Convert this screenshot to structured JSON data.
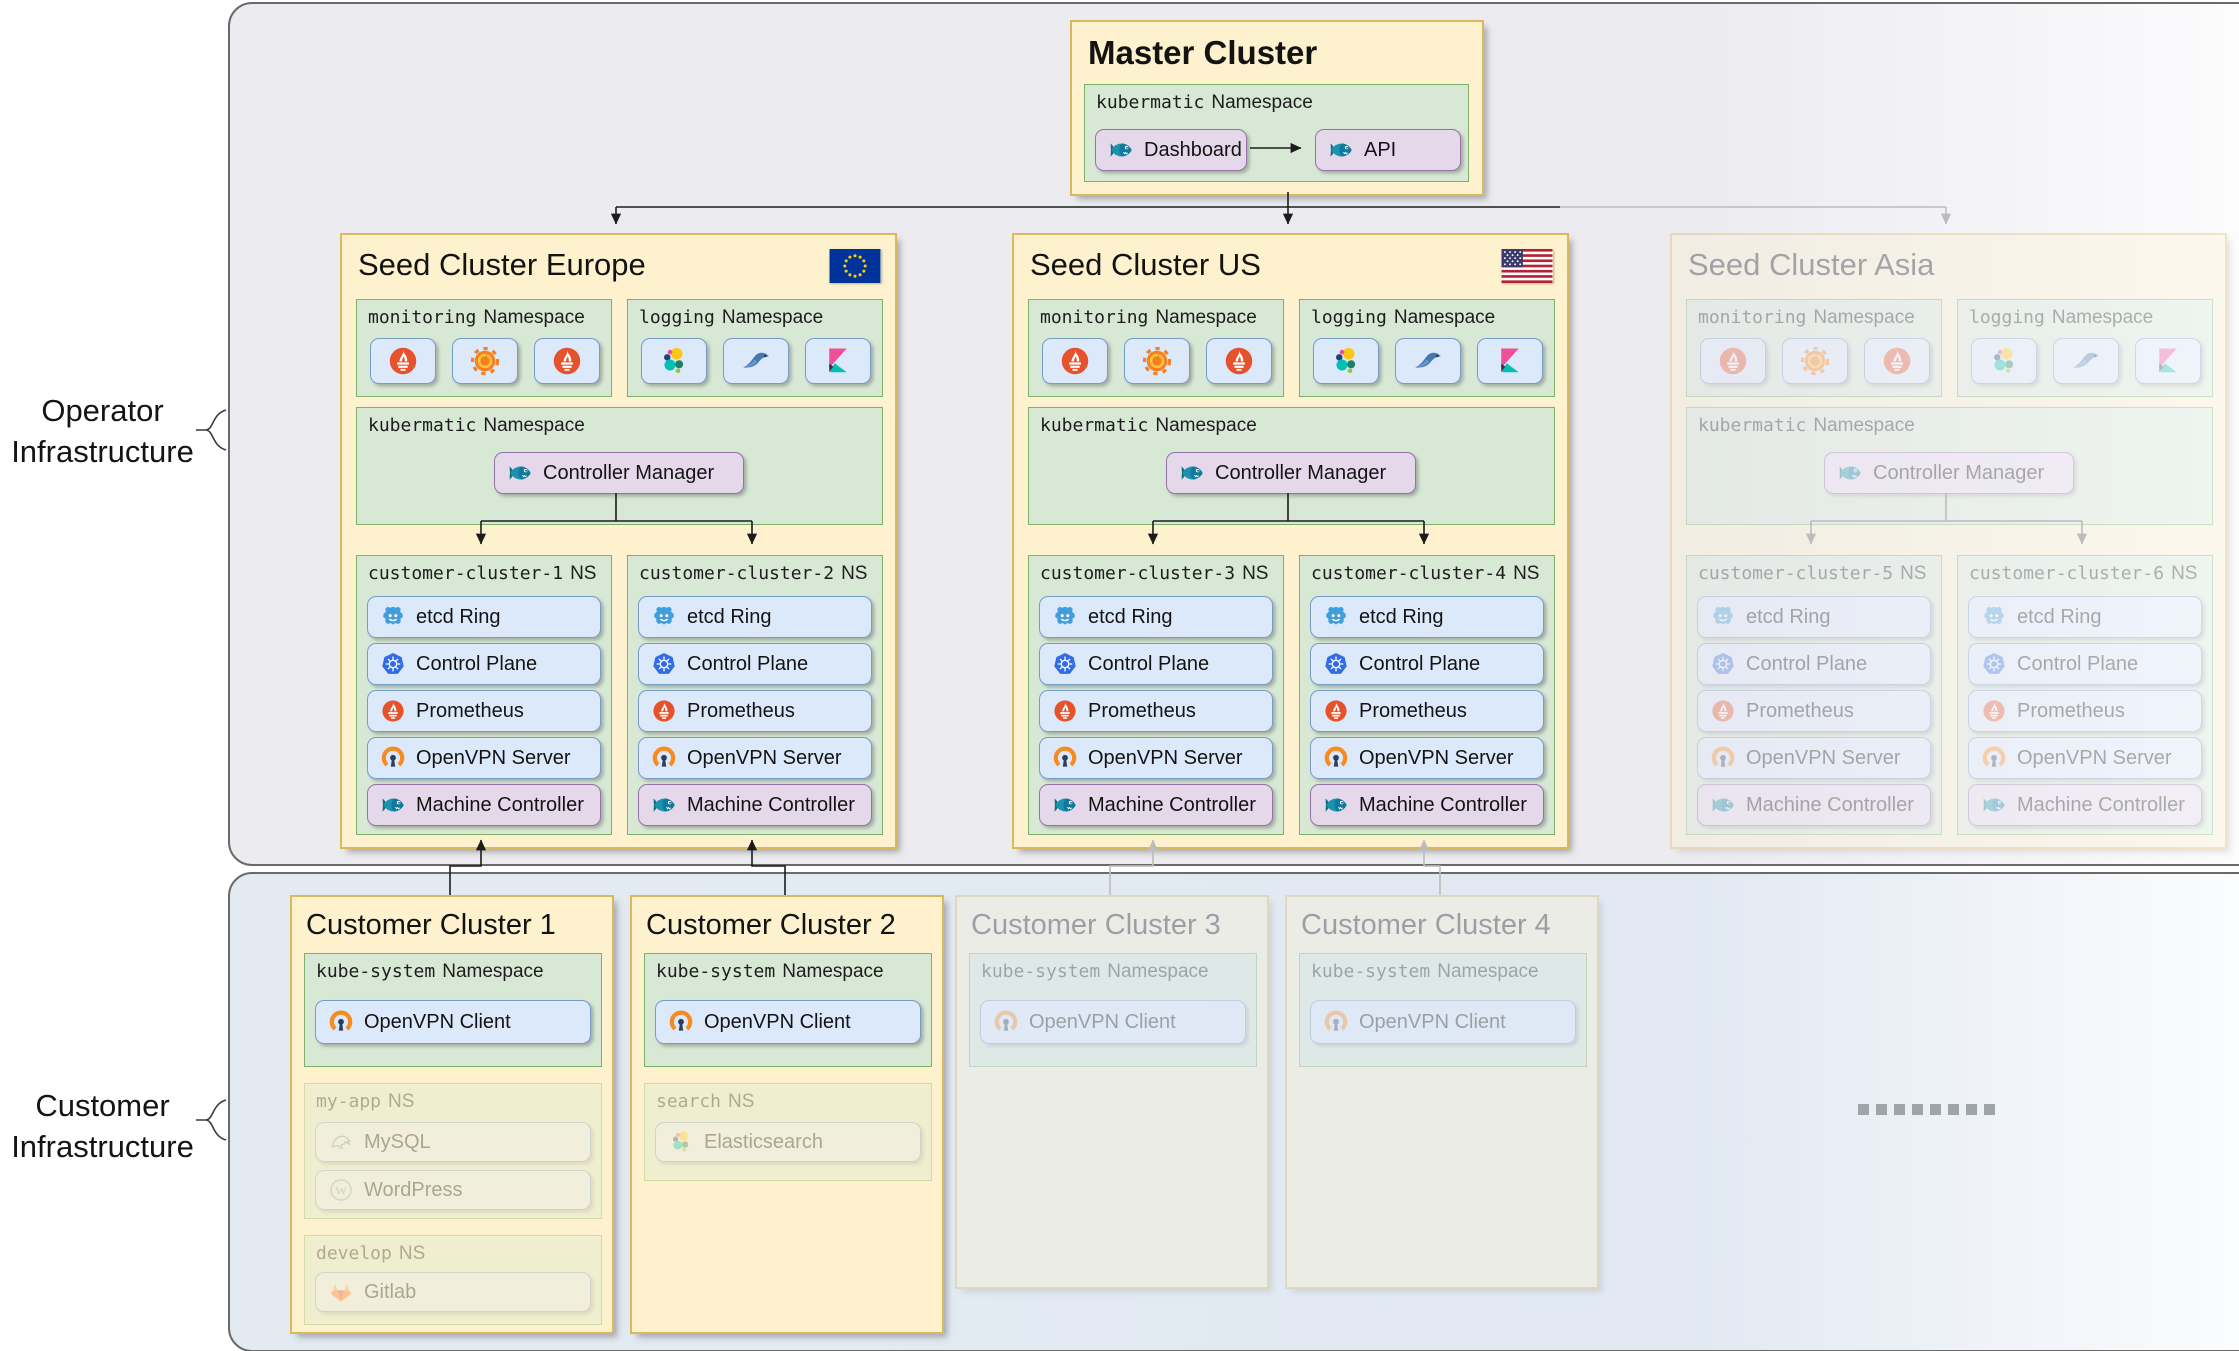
{
  "colors": {
    "cluster_fill": "#FFF2CC",
    "cluster_border": "#D6B656",
    "namespace_fill": "#D5E8D4",
    "namespace_border": "#82B366",
    "item_fill": "#DAE8FC",
    "item_border": "#6C8EBF",
    "purple_fill": "#E1D5E7",
    "purple_border": "#9673A6",
    "operator_panel": "#ECEBF0",
    "customer_panel": "#E2E9F2"
  },
  "side_labels": {
    "operator": {
      "line1": "Operator",
      "line2": "Infrastructure"
    },
    "customer": {
      "line1": "Customer",
      "line2": "Infrastructure"
    }
  },
  "master": {
    "title": "Master Cluster",
    "namespace": {
      "name": "kubermatic",
      "suffix": "Namespace"
    },
    "items": {
      "dashboard": {
        "label": "Dashboard",
        "icon": "kubermatic"
      },
      "api": {
        "label": "API",
        "icon": "kubermatic"
      }
    }
  },
  "seeds": [
    {
      "title": "Seed Cluster Europe",
      "flag": "eu-flag",
      "faded": false,
      "monitoring_ns": {
        "name": "monitoring",
        "suffix": "Namespace",
        "icons": [
          "prometheus",
          "grafana",
          "prometheus"
        ]
      },
      "logging_ns": {
        "name": "logging",
        "suffix": "Namespace",
        "icons": [
          "elasticsearch",
          "fluentd",
          "kibana"
        ]
      },
      "kubermatic_ns": {
        "name": "kubermatic",
        "suffix": "Namespace",
        "controller": {
          "label": "Controller Manager",
          "icon": "kubermatic"
        }
      },
      "customer_namespaces": [
        {
          "name": "customer-cluster-1",
          "suffix": "NS",
          "items": [
            {
              "label": "etcd Ring",
              "icon": "etcd"
            },
            {
              "label": "Control Plane",
              "icon": "kubernetes"
            },
            {
              "label": "Prometheus",
              "icon": "prometheus"
            },
            {
              "label": "OpenVPN Server",
              "icon": "openvpn"
            },
            {
              "label": "Machine Controller",
              "icon": "kubermatic",
              "variant": "purple"
            }
          ]
        },
        {
          "name": "customer-cluster-2",
          "suffix": "NS",
          "items": [
            {
              "label": "etcd Ring",
              "icon": "etcd"
            },
            {
              "label": "Control Plane",
              "icon": "kubernetes"
            },
            {
              "label": "Prometheus",
              "icon": "prometheus"
            },
            {
              "label": "OpenVPN Server",
              "icon": "openvpn"
            },
            {
              "label": "Machine Controller",
              "icon": "kubermatic",
              "variant": "purple"
            }
          ]
        }
      ]
    },
    {
      "title": "Seed Cluster US",
      "flag": "us-flag",
      "faded": false,
      "monitoring_ns": {
        "name": "monitoring",
        "suffix": "Namespace",
        "icons": [
          "prometheus",
          "grafana",
          "prometheus"
        ]
      },
      "logging_ns": {
        "name": "logging",
        "suffix": "Namespace",
        "icons": [
          "elasticsearch",
          "fluentd",
          "kibana"
        ]
      },
      "kubermatic_ns": {
        "name": "kubermatic",
        "suffix": "Namespace",
        "controller": {
          "label": "Controller Manager",
          "icon": "kubermatic"
        }
      },
      "customer_namespaces": [
        {
          "name": "customer-cluster-3",
          "suffix": "NS",
          "items": [
            {
              "label": "etcd Ring",
              "icon": "etcd"
            },
            {
              "label": "Control Plane",
              "icon": "kubernetes"
            },
            {
              "label": "Prometheus",
              "icon": "prometheus"
            },
            {
              "label": "OpenVPN Server",
              "icon": "openvpn"
            },
            {
              "label": "Machine Controller",
              "icon": "kubermatic",
              "variant": "purple"
            }
          ]
        },
        {
          "name": "customer-cluster-4",
          "suffix": "NS",
          "items": [
            {
              "label": "etcd Ring",
              "icon": "etcd"
            },
            {
              "label": "Control Plane",
              "icon": "kubernetes"
            },
            {
              "label": "Prometheus",
              "icon": "prometheus"
            },
            {
              "label": "OpenVPN Server",
              "icon": "openvpn"
            },
            {
              "label": "Machine Controller",
              "icon": "kubermatic",
              "variant": "purple"
            }
          ]
        }
      ]
    },
    {
      "title": "Seed Cluster Asia",
      "flag": null,
      "faded": true,
      "monitoring_ns": {
        "name": "monitoring",
        "suffix": "Namespace",
        "icons": [
          "prometheus",
          "grafana",
          "prometheus"
        ]
      },
      "logging_ns": {
        "name": "logging",
        "suffix": "Namespace",
        "icons": [
          "elasticsearch",
          "fluentd",
          "kibana"
        ]
      },
      "kubermatic_ns": {
        "name": "kubermatic",
        "suffix": "Namespace",
        "controller": {
          "label": "Controller Manager",
          "icon": "kubermatic"
        }
      },
      "customer_namespaces": [
        {
          "name": "customer-cluster-5",
          "suffix": "NS",
          "items": [
            {
              "label": "etcd Ring",
              "icon": "etcd"
            },
            {
              "label": "Control Plane",
              "icon": "kubernetes"
            },
            {
              "label": "Prometheus",
              "icon": "prometheus"
            },
            {
              "label": "OpenVPN Server",
              "icon": "openvpn"
            },
            {
              "label": "Machine Controller",
              "icon": "kubermatic",
              "variant": "purple"
            }
          ]
        },
        {
          "name": "customer-cluster-6",
          "suffix": "NS",
          "items": [
            {
              "label": "etcd Ring",
              "icon": "etcd"
            },
            {
              "label": "Control Plane",
              "icon": "kubernetes"
            },
            {
              "label": "Prometheus",
              "icon": "prometheus"
            },
            {
              "label": "OpenVPN Server",
              "icon": "openvpn"
            },
            {
              "label": "Machine Controller",
              "icon": "kubermatic",
              "variant": "purple"
            }
          ]
        }
      ]
    }
  ],
  "customer_clusters": [
    {
      "title": "Customer Cluster 1",
      "faded": false,
      "kube_system_ns": {
        "name": "kube-system",
        "suffix": "Namespace",
        "items": [
          {
            "label": "OpenVPN Client",
            "icon": "openvpn"
          }
        ]
      },
      "app_namespaces": [
        {
          "name": "my-app",
          "suffix": "NS",
          "items": [
            {
              "label": "MySQL",
              "icon": "mysql"
            },
            {
              "label": "WordPress",
              "icon": "wordpress"
            }
          ]
        },
        {
          "name": "develop",
          "suffix": "NS",
          "items": [
            {
              "label": "Gitlab",
              "icon": "gitlab"
            }
          ]
        }
      ]
    },
    {
      "title": "Customer Cluster 2",
      "faded": false,
      "kube_system_ns": {
        "name": "kube-system",
        "suffix": "Namespace",
        "items": [
          {
            "label": "OpenVPN Client",
            "icon": "openvpn"
          }
        ]
      },
      "app_namespaces": [
        {
          "name": "search",
          "suffix": "NS",
          "items": [
            {
              "label": "Elasticsearch",
              "icon": "elasticsearch"
            }
          ]
        }
      ]
    },
    {
      "title": "Customer Cluster 3",
      "faded": true,
      "kube_system_ns": {
        "name": "kube-system",
        "suffix": "Namespace",
        "items": [
          {
            "label": "OpenVPN Client",
            "icon": "openvpn"
          }
        ]
      },
      "app_namespaces": []
    },
    {
      "title": "Customer Cluster 4",
      "faded": true,
      "kube_system_ns": {
        "name": "kube-system",
        "suffix": "Namespace",
        "items": [
          {
            "label": "OpenVPN Client",
            "icon": "openvpn"
          }
        ]
      },
      "app_namespaces": []
    }
  ]
}
